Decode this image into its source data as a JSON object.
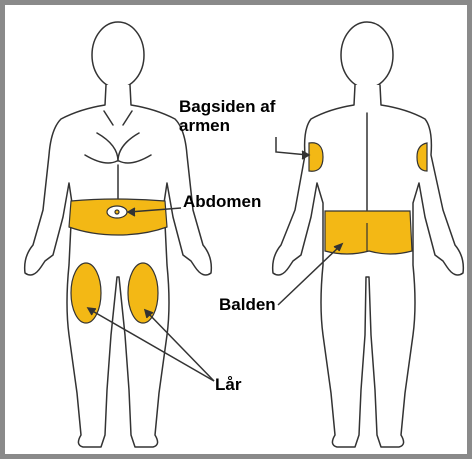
{
  "labels": {
    "arm_back": [
      "Bagsiden af",
      "armen"
    ],
    "abdomen": "Abdomen",
    "buttocks": "Balden",
    "thighs": "Lår"
  },
  "colors": {
    "highlight": "#F3B815",
    "outline": "#333333",
    "frame": "#8a8a8a"
  },
  "figures": {
    "front": "front-body-figure",
    "back": "back-body-figure"
  }
}
